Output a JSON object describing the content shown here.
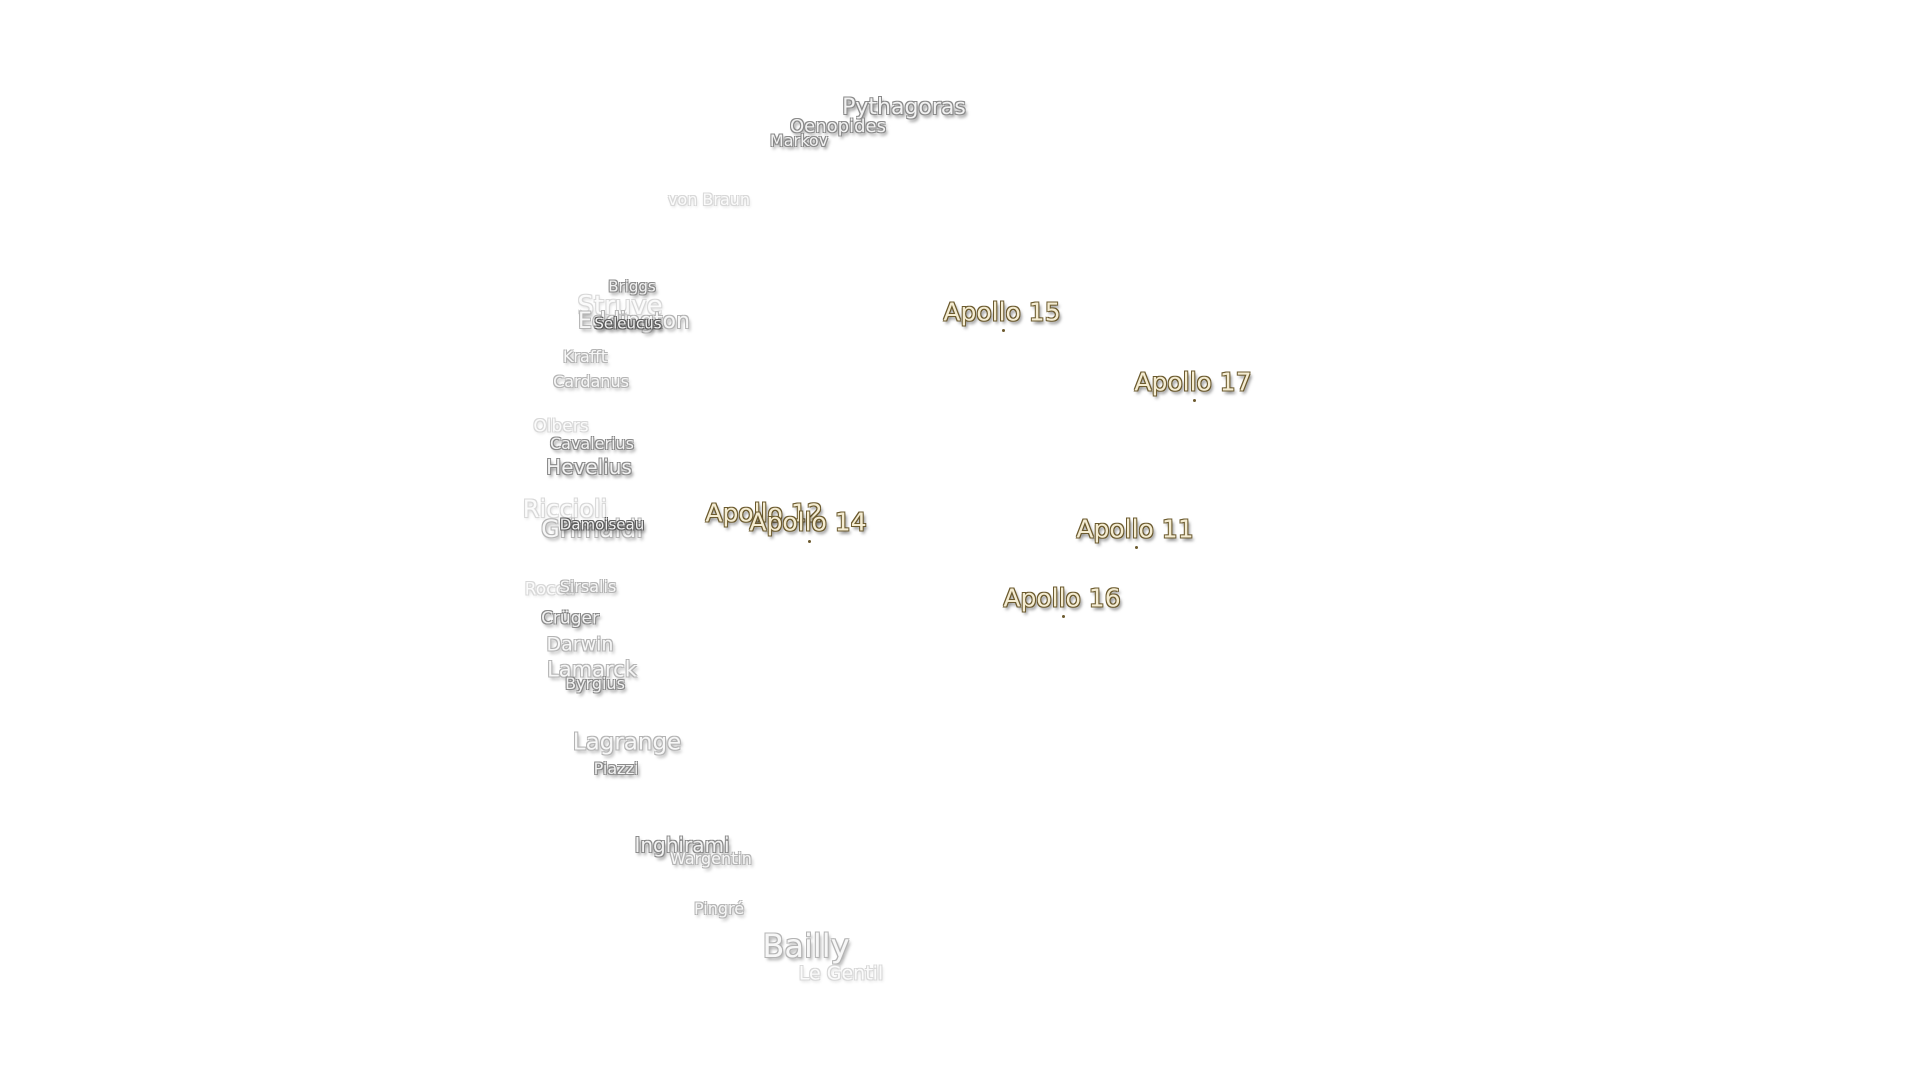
{
  "map": {
    "craters": [
      {
        "id": "pythagoras",
        "label": "Pythagoras"
      },
      {
        "id": "oenopides",
        "label": "Oenopides"
      },
      {
        "id": "markov",
        "label": "Markov"
      },
      {
        "id": "von-braun",
        "label": "von Braun"
      },
      {
        "id": "briggs",
        "label": "Briggs"
      },
      {
        "id": "struve",
        "label": "Struve"
      },
      {
        "id": "eddington",
        "label": "Eddington"
      },
      {
        "id": "seleucus",
        "label": "Seleucus"
      },
      {
        "id": "krafft",
        "label": "Krafft"
      },
      {
        "id": "cardanus",
        "label": "Cardanus"
      },
      {
        "id": "olbers",
        "label": "Olbers"
      },
      {
        "id": "cavalerius",
        "label": "Cavalerius"
      },
      {
        "id": "hevelius",
        "label": "Hevelius"
      },
      {
        "id": "riccioli",
        "label": "Riccioli"
      },
      {
        "id": "grimaldi",
        "label": "Grimaldi"
      },
      {
        "id": "damoiseau",
        "label": "Damoiseau"
      },
      {
        "id": "rocca",
        "label": "Rocca"
      },
      {
        "id": "sirsalis",
        "label": "Sirsalis"
      },
      {
        "id": "cruger",
        "label": "Crüger"
      },
      {
        "id": "darwin",
        "label": "Darwin"
      },
      {
        "id": "lamarck",
        "label": "Lamarck"
      },
      {
        "id": "byrgius",
        "label": "Byrgius"
      },
      {
        "id": "lagrange",
        "label": "Lagrange"
      },
      {
        "id": "piazzi",
        "label": "Piazzi"
      },
      {
        "id": "inghirami",
        "label": "Inghirami"
      },
      {
        "id": "wargentin",
        "label": "Wargentin"
      },
      {
        "id": "pingre",
        "label": "Pingré"
      },
      {
        "id": "bailly",
        "label": "Bailly"
      },
      {
        "id": "le-gentil",
        "label": "Le Gentil"
      }
    ],
    "landing_sites": [
      {
        "id": "apollo-15",
        "label": "Apollo 15"
      },
      {
        "id": "apollo-17",
        "label": "Apollo 17"
      },
      {
        "id": "apollo-12",
        "label": "Apollo 12"
      },
      {
        "id": "apollo-14",
        "label": "Apollo 14"
      },
      {
        "id": "apollo-11",
        "label": "Apollo 11"
      },
      {
        "id": "apollo-16",
        "label": "Apollo 16"
      }
    ],
    "colors": {
      "background": "#ffffff",
      "crater_fill": "#f2f2f2",
      "crater_outline": "#8a8a8a",
      "apollo_fill": "#f4ecd2",
      "apollo_outline": "#6b5a2e"
    }
  }
}
